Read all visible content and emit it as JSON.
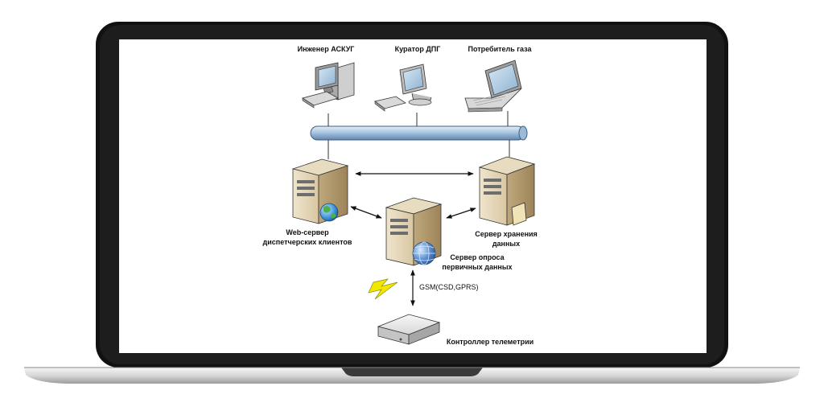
{
  "diagram": {
    "nodes": {
      "engineer": "Инженер АСКУГ",
      "curator": "Куратор ДПГ",
      "consumer": "Потребитель газа",
      "web_server": [
        "Web-сервер",
        "диспетчерских клиентов"
      ],
      "storage_server": [
        "Сервер хранения",
        "данных"
      ],
      "poll_server": [
        "Сервер опроса",
        "первичных данных"
      ],
      "controller": "Контроллер телеметрии"
    },
    "links": {
      "gsm": "GSM(CSD,GPRS)"
    }
  }
}
